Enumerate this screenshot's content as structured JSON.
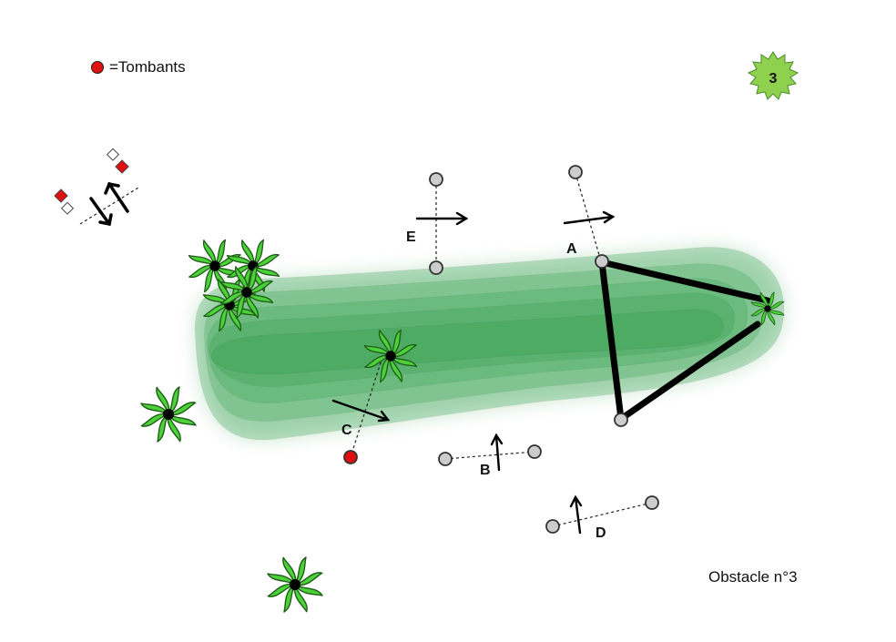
{
  "legend": {
    "label": "=Tombants",
    "color": "#e01010"
  },
  "badge": {
    "number": "3",
    "color": "#8fd14f"
  },
  "footer": {
    "title": "Obstacle n°3"
  },
  "gates": [
    {
      "id": "A",
      "label": "A"
    },
    {
      "id": "B",
      "label": "B"
    },
    {
      "id": "C",
      "label": "C"
    },
    {
      "id": "D",
      "label": "D"
    },
    {
      "id": "E",
      "label": "E"
    }
  ],
  "colors": {
    "water": "#2e9e4a",
    "plant": "#4cd13a",
    "buoy": "#cccccc",
    "falling_buoy": "#e01010"
  }
}
